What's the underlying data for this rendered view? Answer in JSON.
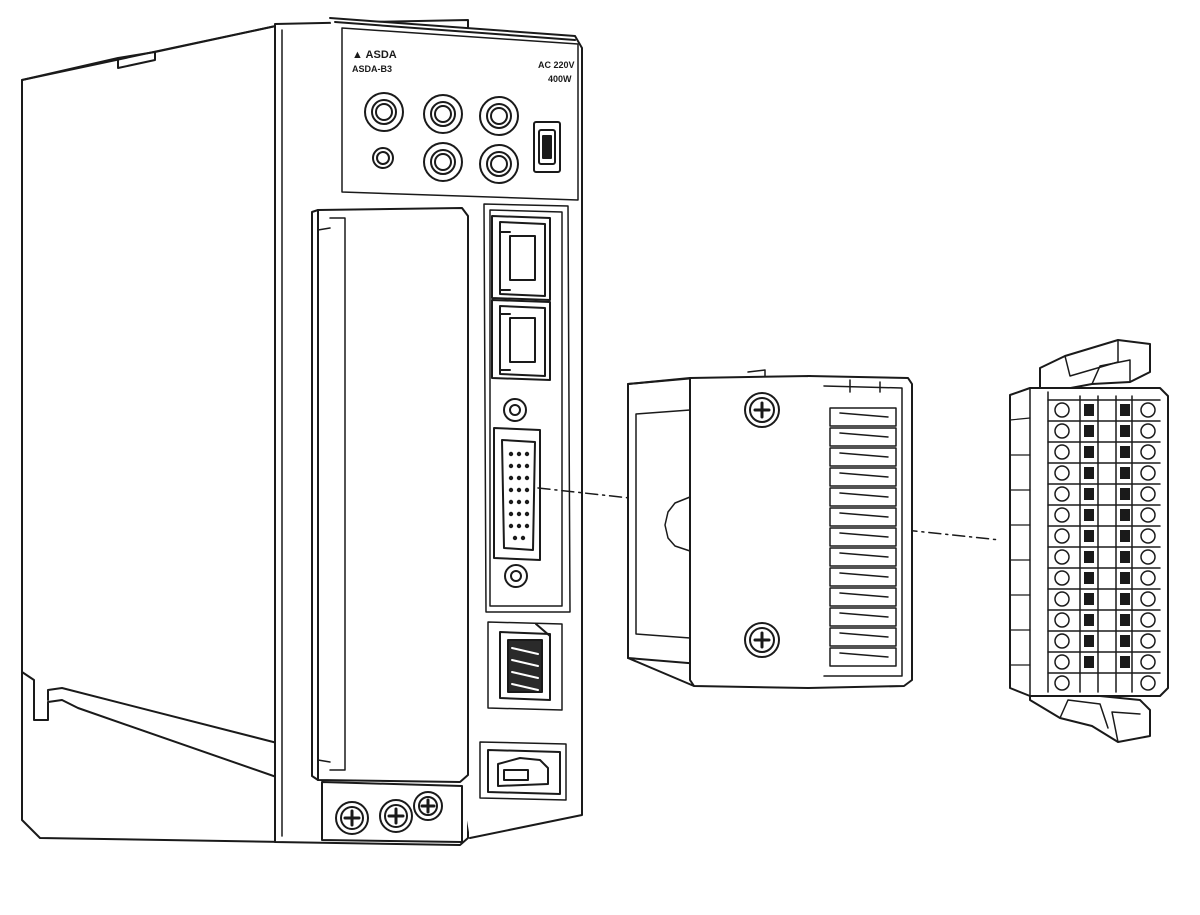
{
  "drive": {
    "brand_label": "▲ ASDA",
    "model_label": "ASDA-B3",
    "rating_line1": "AC 220V",
    "rating_line2": "400W"
  },
  "colors": {
    "line": "#1a1a1a",
    "background": "#ffffff",
    "dark_fill": "#2a2a2a"
  },
  "icons": [
    "phillips-screw-icon",
    "usb-port-icon",
    "rj45-port-icon",
    "db-connector-icon"
  ]
}
